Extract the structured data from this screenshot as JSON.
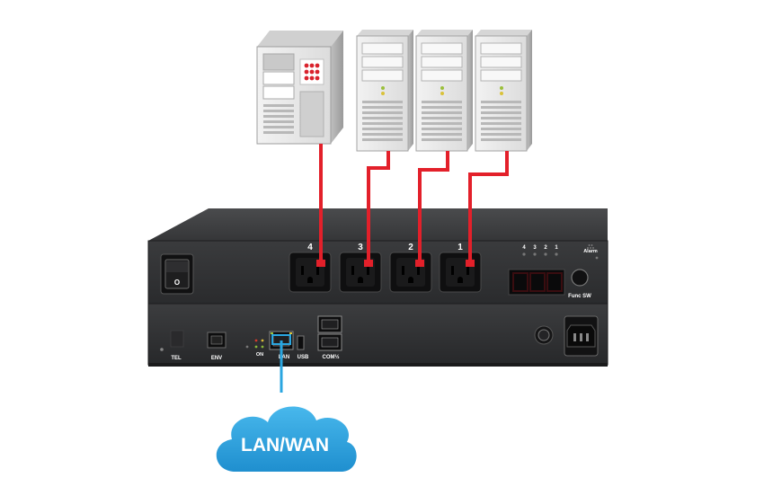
{
  "outlets": [
    {
      "number": "4"
    },
    {
      "number": "3"
    },
    {
      "number": "2"
    },
    {
      "number": "1"
    }
  ],
  "indicator_numbers": [
    "4",
    "3",
    "2",
    "1"
  ],
  "front_panel": {
    "alarm_label": "Alarm",
    "func_sw_label": "Func SW",
    "power_switch_mark": "O"
  },
  "rear_panel": {
    "tel_label": "TEL",
    "env_label": "ENV",
    "on_label": "ON",
    "lan_label": "LAN",
    "usb_label": "USB",
    "com_label": "COM½"
  },
  "network": {
    "cloud_label": "LAN/WAN"
  },
  "colors": {
    "power_cable": "#e3202a",
    "network_cable": "#2aa6e0",
    "cloud": "#2aa6e0",
    "chassis": "#2b2c2e",
    "server": "#e6e6e6"
  }
}
